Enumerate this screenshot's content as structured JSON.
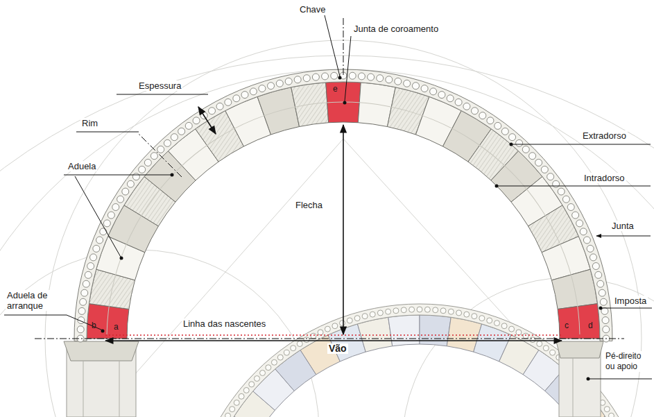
{
  "diagram": {
    "labels": [
      "Chave",
      "e",
      "Junta de coroamento",
      "Espessura",
      "Rim",
      "Aduela",
      "Extradorso",
      "Intradorso",
      "Junta",
      "Flecha",
      "Aduela de arranque",
      "b",
      "a",
      "Linha das nascentes",
      "Vão",
      "c",
      "d",
      "Imposta",
      "Pé-direito ou apoio"
    ]
  }
}
